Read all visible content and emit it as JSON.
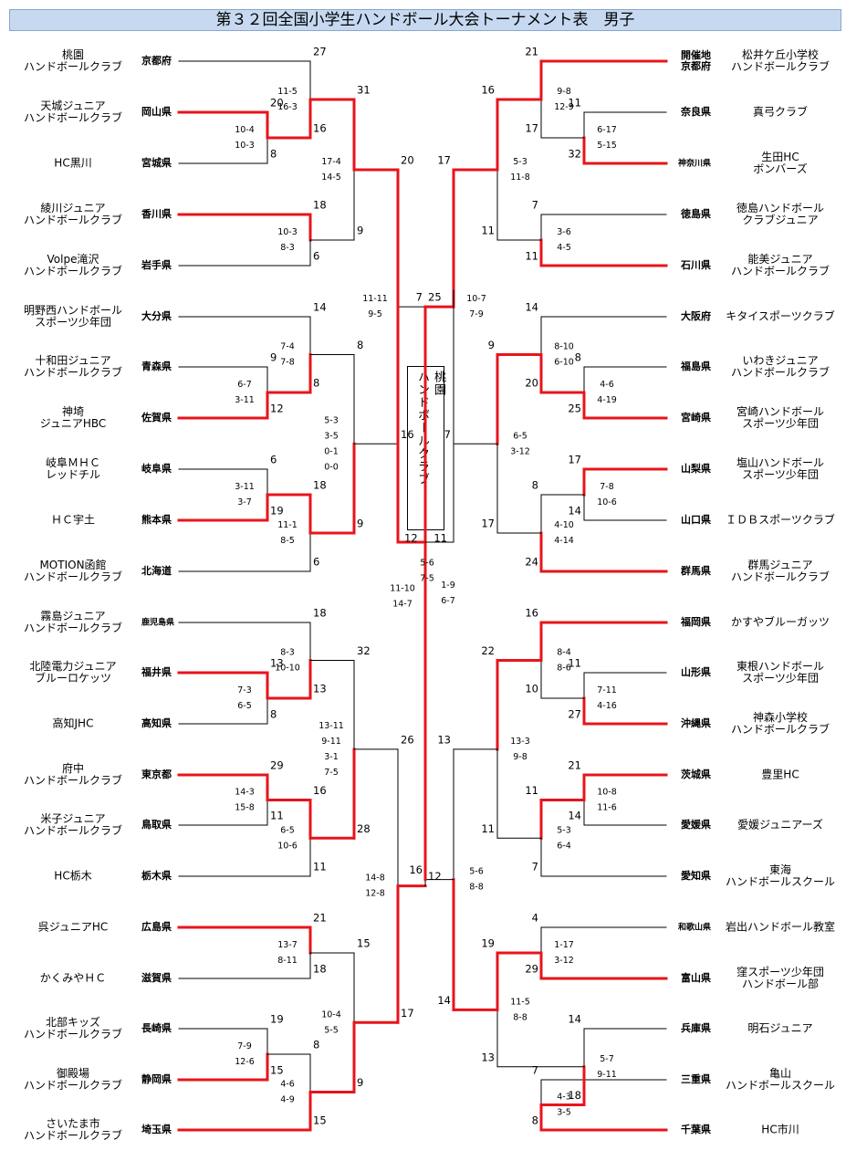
{
  "title": "第３２回全国小学生ハンドボール大会トーナメント表　男子",
  "champion": {
    "name": "桃園\nハンドボールクラブ"
  },
  "left_entries": [
    {
      "team": "桃園\nハンドボールクラブ",
      "pref": "京都府"
    },
    {
      "team": "天城ジュニア\nハンドボールクラブ",
      "pref": "岡山県"
    },
    {
      "team": "HC黒川",
      "pref": "宮城県"
    },
    {
      "team": "綾川ジュニア\nハンドボールクラブ",
      "pref": "香川県"
    },
    {
      "team": "Volpe滝沢\nハンドボールクラブ",
      "pref": "岩手県"
    },
    {
      "team": "明野西ハンドボール\nスポーツ少年団",
      "pref": "大分県"
    },
    {
      "team": "十和田ジュニア\nハンドボールクラブ",
      "pref": "青森県"
    },
    {
      "team": "神埼\nジュニアHBC",
      "pref": "佐賀県"
    },
    {
      "team": "岐阜ＭＨＣ\nレッドチル",
      "pref": "岐阜県"
    },
    {
      "team": "ＨＣ宇土",
      "pref": "熊本県"
    },
    {
      "team": "MOTION函館\nハンドボールクラブ",
      "pref": "北海道"
    },
    {
      "team": "霧島ジュニア\nハンドボールクラブ",
      "pref": "鹿児島県"
    },
    {
      "team": "北陸電力ジュニア\nブルーロケッツ",
      "pref": "福井県"
    },
    {
      "team": "高知JHC",
      "pref": "高知県"
    },
    {
      "team": "府中\nハンドボールクラブ",
      "pref": "東京都"
    },
    {
      "team": "米子ジュニア\nハンドボールクラブ",
      "pref": "鳥取県"
    },
    {
      "team": "HC栃木",
      "pref": "栃木県"
    },
    {
      "team": "呉ジュニアHC",
      "pref": "広島県"
    },
    {
      "team": "かくみやＨＣ",
      "pref": "滋賀県"
    },
    {
      "team": "北部キッズ\nハンドボールクラブ",
      "pref": "長崎県"
    },
    {
      "team": "御殿場\nハンドボールクラブ",
      "pref": "静岡県"
    },
    {
      "team": "さいたま市\nハンドボールクラブ",
      "pref": "埼玉県"
    }
  ],
  "right_entries": [
    {
      "team": "松井ケ丘小学校\nハンドボールクラブ",
      "pref": "開催地\n京都府"
    },
    {
      "team": "真弓クラブ",
      "pref": "奈良県"
    },
    {
      "team": "生田HC\nボンバーズ",
      "pref": "神奈川県"
    },
    {
      "team": "徳島ハンドボール\nクラブジュニア",
      "pref": "徳島県"
    },
    {
      "team": "能美ジュニア\nハンドボールクラブ",
      "pref": "石川県"
    },
    {
      "team": "キタイスポーツクラブ",
      "pref": "大阪府"
    },
    {
      "team": "いわきジュニア\nハンドボールクラブ",
      "pref": "福島県"
    },
    {
      "team": "宮崎ハンドボール\nスポーツ少年団",
      "pref": "宮崎県"
    },
    {
      "team": "塩山ハンドボール\nスポーツ少年団",
      "pref": "山梨県"
    },
    {
      "team": "ＩＤＢスポーツクラブ",
      "pref": "山口県"
    },
    {
      "team": "群馬ジュニア\nハンドボールクラブ",
      "pref": "群馬県"
    },
    {
      "team": "かすやブルーガッツ",
      "pref": "福岡県"
    },
    {
      "team": "東根ハンドボール\nスポーツ少年団",
      "pref": "山形県"
    },
    {
      "team": "神森小学校\nハンドボールクラブ",
      "pref": "沖縄県"
    },
    {
      "team": "豊里HC",
      "pref": "茨城県"
    },
    {
      "team": "愛媛ジュニアーズ",
      "pref": "愛媛県"
    },
    {
      "team": "東海\nハンドボールスクール",
      "pref": "愛知県"
    },
    {
      "team": "岩出ハンドボール教室",
      "pref": "和歌山県"
    },
    {
      "team": "窪スポーツ少年団\nハンドボール部",
      "pref": "富山県"
    },
    {
      "team": "明石ジュニア",
      "pref": "兵庫県"
    },
    {
      "team": "亀山\nハンドボールスクール",
      "pref": "三重県"
    },
    {
      "team": "HC市川",
      "pref": "千葉県"
    }
  ],
  "left_matches": [
    {
      "scores": [
        "20",
        "8"
      ],
      "halves": [
        "10-4",
        "10-3"
      ],
      "win": 0
    },
    {
      "scores": [
        "27",
        "16"
      ],
      "halves": [
        "11-5",
        "16-3"
      ],
      "win": 1
    },
    {
      "scores": [
        "18",
        "6"
      ],
      "halves": [
        "10-3",
        "8-3"
      ],
      "win": 0
    },
    {
      "scores": [
        "31",
        "9"
      ],
      "halves": [
        "17-4",
        "14-5"
      ],
      "win": 0
    },
    {
      "scores": [
        "9",
        "12"
      ],
      "halves": [
        "6-7",
        "3-11"
      ],
      "win": 1
    },
    {
      "scores": [
        "14",
        "8"
      ],
      "halves": [
        "7-4",
        "7-8"
      ],
      "win": 1
    },
    {
      "scores": [
        "6",
        "19"
      ],
      "halves": [
        "3-11",
        "3-7"
      ],
      "win": 1
    },
    {
      "scores": [
        "18",
        "6"
      ],
      "halves": [
        "11-1",
        "8-5"
      ],
      "win": 0
    },
    {
      "scores": [
        "8",
        "9"
      ],
      "halves": [
        "5-3",
        "3-5",
        "0-1",
        "0-0"
      ],
      "win": 1
    },
    {
      "scores": [
        "20",
        "16"
      ],
      "halves": [
        "11-11",
        "9-5"
      ],
      "win": 0
    },
    {
      "scores": [
        "13",
        "8"
      ],
      "halves": [
        "7-3",
        "6-5"
      ],
      "win": 0
    },
    {
      "scores": [
        "18",
        "13"
      ],
      "halves": [
        "8-3",
        "10-10"
      ],
      "win": 1
    },
    {
      "scores": [
        "29",
        "11"
      ],
      "halves": [
        "14-3",
        "15-8"
      ],
      "win": 0
    },
    {
      "scores": [
        "16",
        "11"
      ],
      "halves": [
        "6-5",
        "10-6"
      ],
      "win": 0
    },
    {
      "scores": [
        "32",
        "28"
      ],
      "halves": [
        "13-11",
        "9-11",
        "3-1",
        "7-5"
      ],
      "win": 1
    },
    {
      "scores": [
        "19",
        "15"
      ],
      "halves": [
        "7-9",
        "12-6"
      ],
      "win": 1
    },
    {
      "scores": [
        "21",
        "18"
      ],
      "halves": [
        "13-7",
        "8-11"
      ],
      "win": 0
    },
    {
      "scores": [
        "8",
        "15"
      ],
      "halves": [
        "4-6",
        "4-9"
      ],
      "win": 1
    },
    {
      "scores": [
        "15",
        "9"
      ],
      "halves": [
        "10-4",
        "5-5"
      ],
      "win": 1
    },
    {
      "scores": [
        "26",
        "17"
      ],
      "halves": [
        "14-8",
        "12-8"
      ],
      "win": 1
    },
    {
      "scores": [
        "25",
        "12"
      ],
      "halves": [
        "11-10",
        "14-7"
      ],
      "win": 1
    }
  ],
  "right_matches": [
    {
      "scores": [
        "11",
        "32"
      ],
      "halves": [
        "6-17",
        "5-15"
      ],
      "win": 1
    },
    {
      "scores": [
        "21",
        "17"
      ],
      "halves": [
        "9-8",
        "12-9"
      ],
      "win": 0
    },
    {
      "scores": [
        "7",
        "11"
      ],
      "halves": [
        "3-6",
        "4-5"
      ],
      "win": 1
    },
    {
      "scores": [
        "16",
        "11"
      ],
      "halves": [
        "5-3",
        "11-8"
      ],
      "win": 0
    },
    {
      "scores": [
        "8",
        "25"
      ],
      "halves": [
        "4-6",
        "4-19"
      ],
      "win": 1
    },
    {
      "scores": [
        "14",
        "20"
      ],
      "halves": [
        "8-10",
        "6-10"
      ],
      "win": 1
    },
    {
      "scores": [
        "17",
        "14"
      ],
      "halves": [
        "7-8",
        "10-6"
      ],
      "win": 0
    },
    {
      "scores": [
        "8",
        "24"
      ],
      "halves": [
        "4-10",
        "4-14"
      ],
      "win": 1
    },
    {
      "scores": [
        "9",
        "17"
      ],
      "halves": [
        "6-5",
        "3-12"
      ],
      "win": 0
    },
    {
      "scores": [
        "17",
        "7"
      ],
      "halves": [
        "10-7",
        "7-9"
      ],
      "win": 0
    },
    {
      "scores": [
        "11",
        "27"
      ],
      "halves": [
        "7-11",
        "4-16"
      ],
      "win": 1
    },
    {
      "scores": [
        "16",
        "10"
      ],
      "halves": [
        "8-4",
        "8-6"
      ],
      "win": 0
    },
    {
      "scores": [
        "21",
        "14"
      ],
      "halves": [
        "10-8",
        "11-6"
      ],
      "win": 0
    },
    {
      "scores": [
        "11",
        "7"
      ],
      "halves": [
        "5-3",
        "6-4"
      ],
      "win": 0
    },
    {
      "scores": [
        "22",
        "11"
      ],
      "halves": [
        "13-3",
        "9-8"
      ],
      "win": 0
    },
    {
      "scores": [
        "4",
        "29"
      ],
      "halves": [
        "1-17",
        "3-12"
      ],
      "win": 1
    },
    {
      "scores": [
        "7",
        "8"
      ],
      "halves": [
        "4-3",
        "3-5"
      ],
      "win": 1
    },
    {
      "scores": [
        "14",
        "18"
      ],
      "halves": [
        "5-7",
        "9-11"
      ],
      "win": 1
    },
    {
      "scores": [
        "19",
        "13"
      ],
      "halves": [
        "11-5",
        "8-8"
      ],
      "win": 0
    },
    {
      "scores": [
        "13",
        "14"
      ],
      "halves": [
        "5-6",
        "8-8"
      ],
      "win": 1
    },
    {
      "scores": [
        "7",
        "16"
      ],
      "halves": [
        "1-9",
        "6-7"
      ],
      "win": 0
    }
  ],
  "final": {
    "scores": [
      "12",
      "11"
    ],
    "halves": [
      "5-6",
      "7-5"
    ],
    "win": 0
  },
  "colors": {
    "win": "#e8141b",
    "lose": "#000000",
    "title_bg": "#c6d9f1"
  }
}
